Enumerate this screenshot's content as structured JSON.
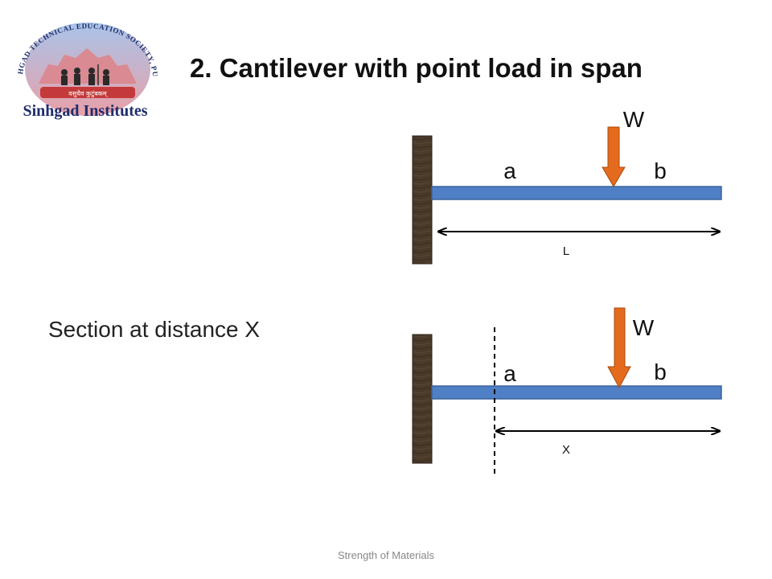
{
  "slide": {
    "title": "2. Cantilever with point load in span",
    "footer": "Strength of Materials"
  },
  "logo": {
    "arc_text": "SINHGAD TECHNICAL EDUCATION SOCIETY, PUNE",
    "motto": "वसुधैव कुटुंबकम्",
    "name": "Sinhgad Institutes"
  },
  "section_label": "Section at distance X",
  "diagrams": [
    {
      "load_label": "W",
      "left_segment_label": "a",
      "right_segment_label": "b",
      "dimension_label": "L"
    },
    {
      "load_label": "W",
      "left_segment_label": "a",
      "right_segment_label": "b",
      "dimension_label": "X"
    }
  ],
  "colors": {
    "beam": "#4f7fc4",
    "beam_outline": "#3b639b",
    "support": "#4a3a2a",
    "load_arrow": "#e46b1e",
    "load_arrow_outline": "#a84a0d",
    "logo_red": "#c43a3a",
    "logo_navy": "#1f2d6b",
    "logo_pink": "#e8a0a8",
    "logo_blue": "#a9c4ea"
  }
}
